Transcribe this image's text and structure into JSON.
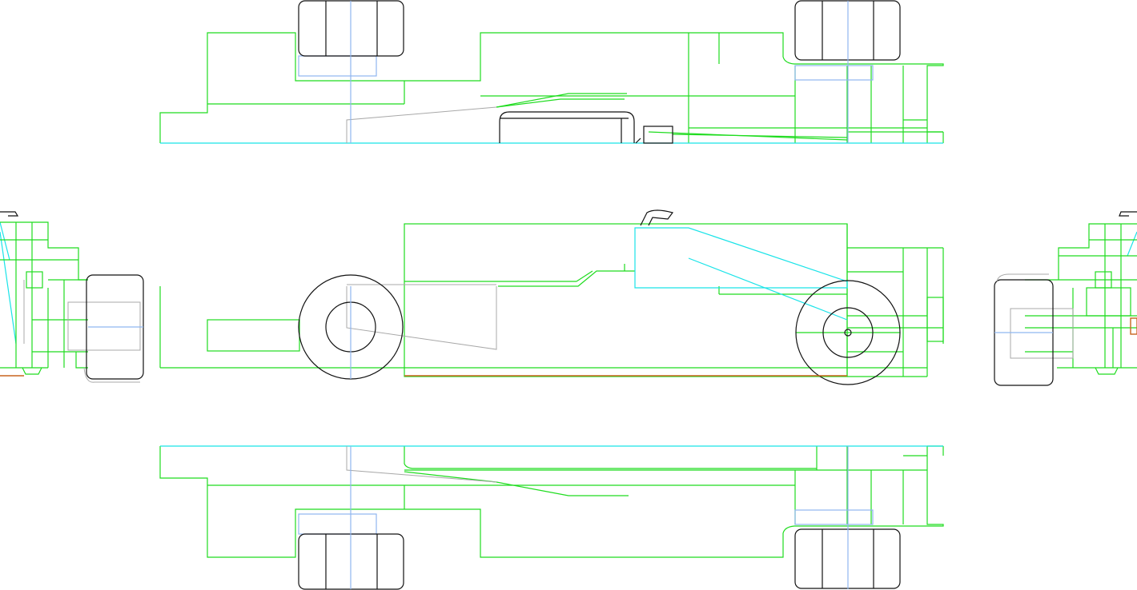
{
  "drawing": {
    "background": "#ffffff",
    "line_colors": {
      "body_outline": "#1fdc1f",
      "floor_and_wing": "#19e3e8",
      "axle_and_hub": "#8fb6f0",
      "tyres_and_cockpit": "#111111",
      "secondary": "#a8a8a8",
      "ground_line": "#c8641e"
    },
    "views": [
      "top-view",
      "side-view",
      "front-view",
      "rear-view",
      "bottom-view"
    ]
  }
}
